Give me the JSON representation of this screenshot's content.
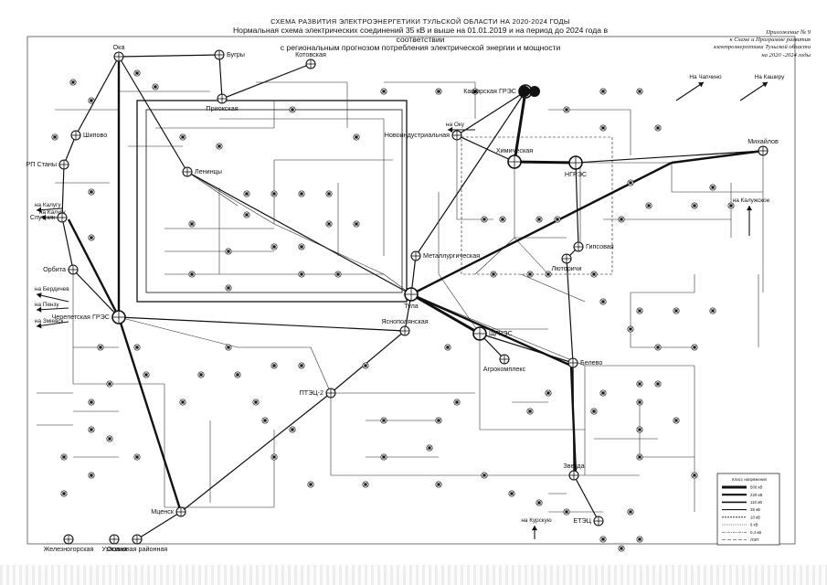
{
  "title": {
    "line1": "СХЕМА РАЗВИТИЯ ЭЛЕКТРОЭНЕРГЕТИКИ ТУЛЬСКОЙ ОБЛАСТИ НА 2020-2024 ГОДЫ",
    "line2": "Нормальная схема электрических соединений 35 кВ и выше на 01.01.2019 и на период до 2024 года в соответствии",
    "line3": "с региональным прогнозом потребления электрической энергии и мощности"
  },
  "appendix": {
    "line1": "Приложение № 9",
    "line2": "к Схеме и Программе развития",
    "line3": "электроэнергетики Тульской области",
    "line4": "на 2020 -2024 годы"
  },
  "colors": {
    "line": "#111111",
    "background": "#ffffff"
  },
  "nodes": [
    {
      "id": "oka",
      "label": "Ока"
    },
    {
      "id": "bugry",
      "label": "Бугры"
    },
    {
      "id": "priokskaya",
      "label": "Приокская"
    },
    {
      "id": "kashirskaya",
      "label": "Каширская ГРЭС"
    },
    {
      "id": "cherepetskaya",
      "label": "Черепетская ГРЭС"
    },
    {
      "id": "shipovo",
      "label": "Шипово"
    },
    {
      "id": "stanya",
      "label": "РП Станы"
    },
    {
      "id": "sputnik",
      "label": "Спутник"
    },
    {
      "id": "orbita",
      "label": "Орбита"
    },
    {
      "id": "lenintsy",
      "label": "Ленинцы"
    },
    {
      "id": "tula",
      "label": "Тула"
    },
    {
      "id": "yasnopolyanskaya",
      "label": "Яснополянская"
    },
    {
      "id": "metallurgicheskaya",
      "label": "Металлургическая"
    },
    {
      "id": "khimicheskaya",
      "label": "Химическая"
    },
    {
      "id": "ngres",
      "label": "НГРЭС"
    },
    {
      "id": "mikhailov",
      "label": "Михайлов"
    },
    {
      "id": "shgres",
      "label": "ЩГРЭС"
    },
    {
      "id": "agrokompleks",
      "label": "Агрокомплекс"
    },
    {
      "id": "belevo",
      "label": "Белево"
    },
    {
      "id": "zvezda",
      "label": "Звезда"
    },
    {
      "id": "etets",
      "label": "ЕТЭЦ"
    },
    {
      "id": "ptets",
      "label": "ПТЭЦ-2"
    },
    {
      "id": "mtsensk",
      "label": "Мценск"
    },
    {
      "id": "gipsovaya",
      "label": "Гипсовая"
    },
    {
      "id": "lyutorichi",
      "label": "Люторичи"
    },
    {
      "id": "novoindustrialnaya",
      "label": "Новоиндустриальная"
    },
    {
      "id": "kotovskaya",
      "label": "Котовская"
    },
    {
      "id": "zheleznogorskaya",
      "label": "Железногорская"
    },
    {
      "id": "uzlovaya",
      "label": "Узловая"
    },
    {
      "id": "osinovaya",
      "label": "Осиновая районная"
    }
  ],
  "external": [
    {
      "id": "chapchino",
      "label": "На Чапчино"
    },
    {
      "id": "kashiru",
      "label": "На Каширу"
    },
    {
      "id": "kalugu",
      "label": "на Калугу"
    },
    {
      "id": "oku",
      "label": "на Оку"
    },
    {
      "id": "kaluzhskoe",
      "label": "на Калужское"
    },
    {
      "id": "kursk",
      "label": "на Курскую"
    },
    {
      "id": "penzu",
      "label": "на Пензу"
    },
    {
      "id": "zmievsk",
      "label": "на Зміевск"
    },
    {
      "id": "berdichev",
      "label": "на Бердичев"
    },
    {
      "id": "kaluga2",
      "label": "на Калугу"
    }
  ],
  "edges": [
    [
      "oka",
      "bugry"
    ],
    [
      "bugry",
      "priokskaya"
    ],
    [
      "oka",
      "shipovo"
    ],
    [
      "shipovo",
      "stanya"
    ],
    [
      "stanya",
      "sputnik"
    ],
    [
      "sputnik",
      "orbita"
    ],
    [
      "orbita",
      "cherepetskaya"
    ],
    [
      "cherepetskaya",
      "mtsensk"
    ],
    [
      "cherepetskaya",
      "yasnopolyanskaya"
    ],
    [
      "oka",
      "lenintsy"
    ],
    [
      "lenintsy",
      "tula"
    ],
    [
      "tula",
      "metallurgicheskaya"
    ],
    [
      "tula",
      "yasnopolyanskaya"
    ],
    [
      "yasnopolyanskaya",
      "ptets"
    ],
    [
      "metallurgicheskaya",
      "kashirskaya"
    ],
    [
      "kashirskaya",
      "khimicheskaya"
    ],
    [
      "khimicheskaya",
      "ngres"
    ],
    [
      "ngres",
      "mikhailov"
    ],
    [
      "tula",
      "shgres"
    ],
    [
      "shgres",
      "belevo"
    ],
    [
      "belevo",
      "zvezda"
    ],
    [
      "zvezda",
      "etets"
    ],
    [
      "shgres",
      "agrokompleks"
    ],
    [
      "ngres",
      "gipsovaya"
    ],
    [
      "gipsovaya",
      "lyutorichi"
    ],
    [
      "lyutorichi",
      "belevo"
    ],
    [
      "ptets",
      "mtsensk"
    ],
    [
      "mtsensk",
      "osinovaya"
    ],
    [
      "kashirskaya",
      "novoindustrialnaya"
    ],
    [
      "khimicheskaya",
      "novoindustrialnaya"
    ],
    [
      "priokskaya",
      "kotovskaya"
    ]
  ],
  "legend": {
    "header": "Класс напряжения",
    "items": [
      {
        "label": "500 кВ"
      },
      {
        "label": "220 кВ"
      },
      {
        "label": "110 кВ"
      },
      {
        "label": "35 кВ"
      },
      {
        "label": "10 кВ"
      },
      {
        "label": "6 кВ"
      },
      {
        "label": "0,4 кВ"
      },
      {
        "label": "ЛЭП"
      }
    ]
  }
}
